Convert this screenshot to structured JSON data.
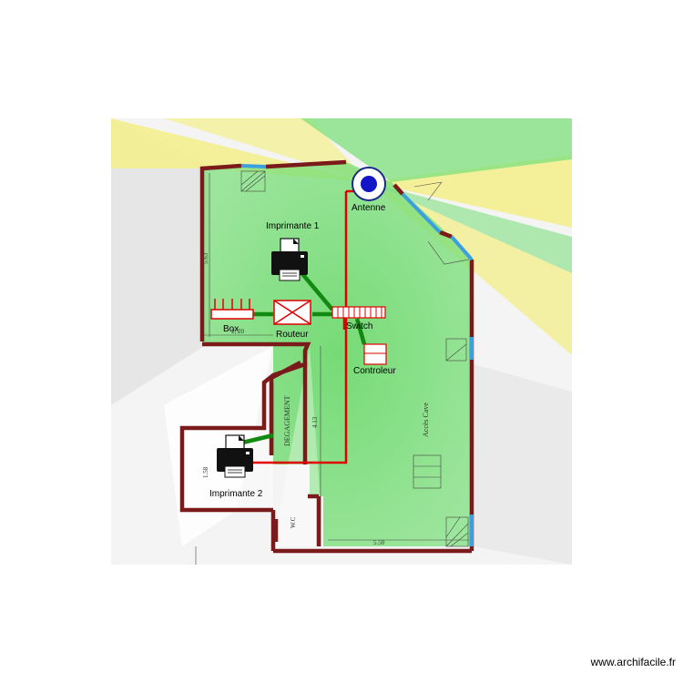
{
  "plan": {
    "labels": {
      "printer1": "Imprimante 1",
      "printer2": "Imprimante 2",
      "box": "Box",
      "router": "Routeur",
      "switch": "Switch",
      "controller": "Controleur",
      "antenna": "Antenne"
    },
    "sketch": {
      "dim_top": "2, 20",
      "dim_left": "5.63",
      "dim_bottom": "5.50",
      "corridor": "DEGAGEMENT",
      "corridor_dim": "4.13",
      "cave": "Accès Cave",
      "wc": "W.C",
      "small_dim": "1.58"
    },
    "colors": {
      "wall": "#7b1a1a",
      "window": "#3aa0e0",
      "cable_power": "#e00000",
      "cable_network": "#108a10",
      "coverage": "#6fdc6f",
      "beam_weak": "#f3ef8a"
    },
    "legend": []
  },
  "watermark": "www.archifacile.fr"
}
